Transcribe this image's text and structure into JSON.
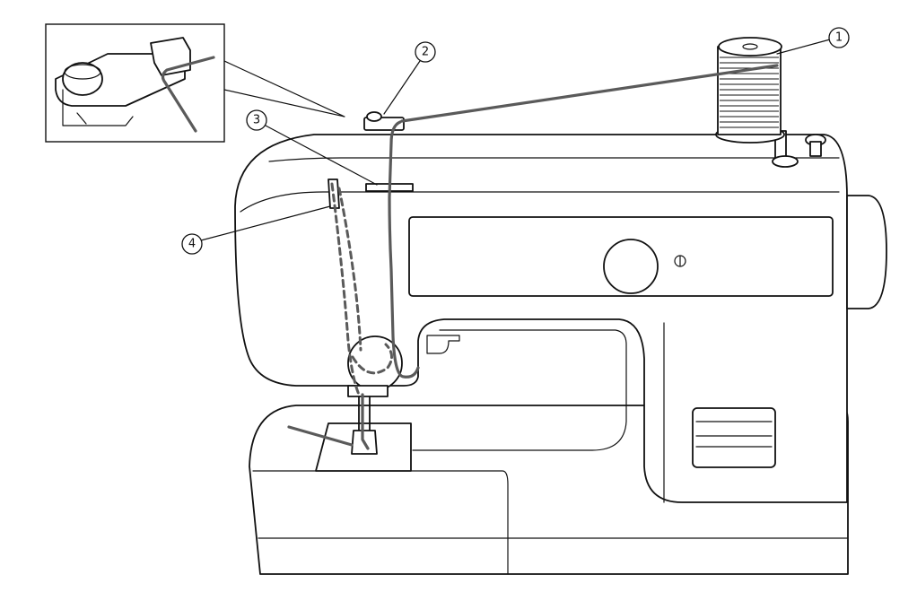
{
  "callouts": [
    {
      "label": "1"
    },
    {
      "label": "2"
    },
    {
      "label": "3"
    },
    {
      "label": "4"
    }
  ],
  "colors": {
    "outline": "#111111",
    "thread": "#5a5a5a",
    "background": "#ffffff"
  },
  "icons": {
    "spool": "thread-spool-icon",
    "guide": "thread-guide-icon",
    "machine": "sewing-machine-icon"
  }
}
